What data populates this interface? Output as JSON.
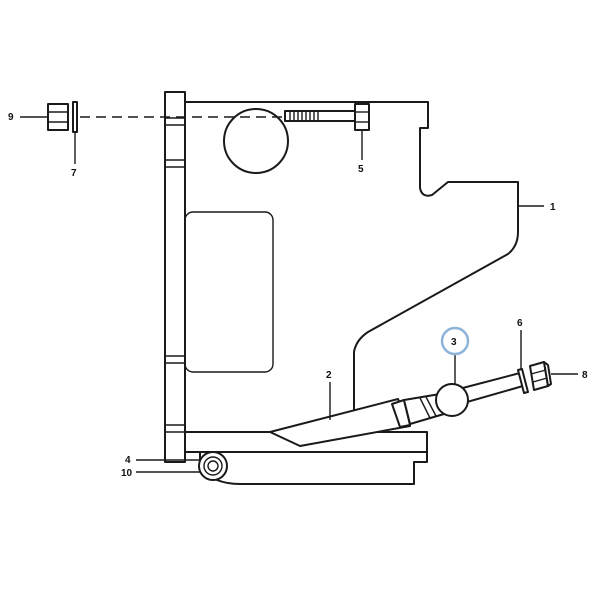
{
  "diagram": {
    "callouts": {
      "c1": "1",
      "c2": "2",
      "c3": "3",
      "c4": "4",
      "c5": "5",
      "c6": "6",
      "c7": "7",
      "c8": "8",
      "c9": "9",
      "c10": "10"
    },
    "highlight_color": "#8fb4d9",
    "line_color": "#1a1a1a"
  }
}
